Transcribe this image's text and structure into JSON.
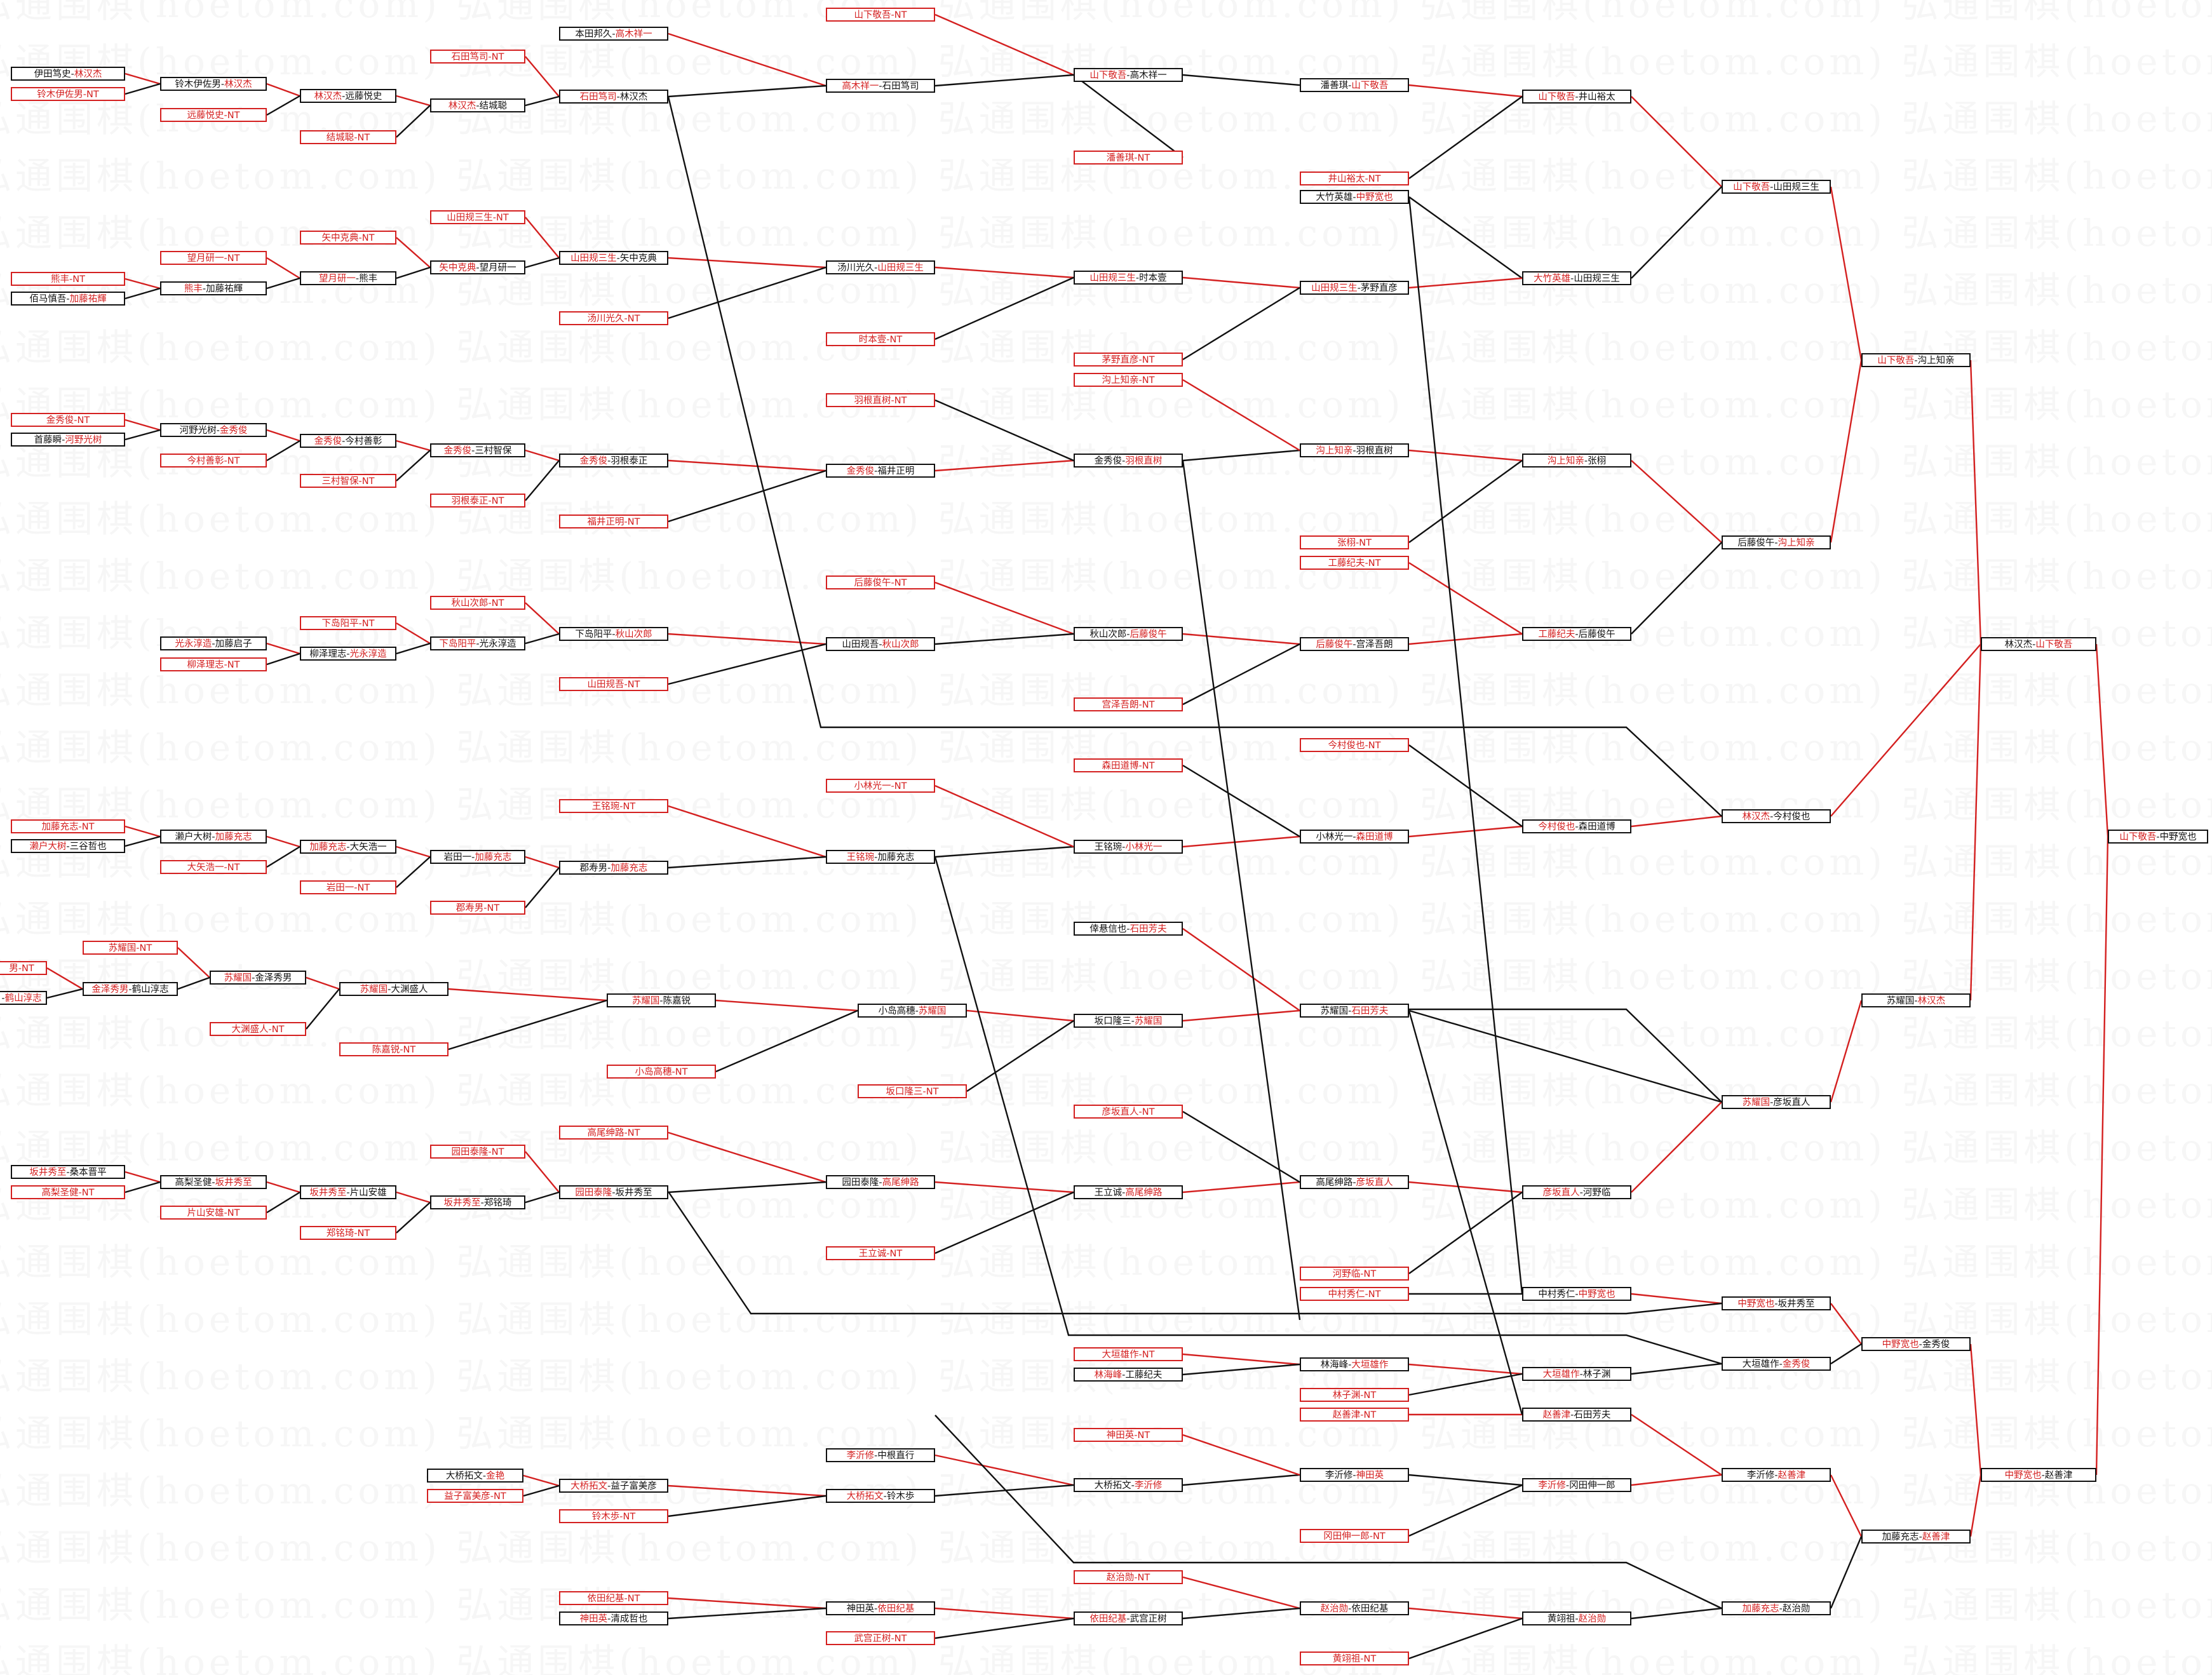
{
  "watermark": "弘通围棋(hoetom.com)",
  "colors": {
    "winner_text": "#d42020",
    "winner_line": "#d42020",
    "loser_line": "#111111",
    "box_border": "#111111"
  },
  "nodes": [
    {
      "id": "r0a",
      "text": "伊田笃史-林汉杰",
      "w": "林汉杰"
    },
    {
      "id": "r0b",
      "text": "铃木伊佐男-NT",
      "w": "铃木伊佐男-NT"
    },
    {
      "id": "r1a",
      "text": "铃木伊佐男-林汉杰",
      "w": "林汉杰"
    },
    {
      "id": "r1b",
      "text": "远藤悦史-NT",
      "w": "远藤悦史-NT"
    },
    {
      "id": "r2a",
      "text": "林汉杰-远藤悦史",
      "w": "林汉杰"
    },
    {
      "id": "r2b",
      "text": "结城聪-NT",
      "w": "结城聪-NT"
    },
    {
      "id": "r3a",
      "text": "石田笃司-NT",
      "w": "石田笃司-NT"
    },
    {
      "id": "r3b",
      "text": "林汉杰-结城聪",
      "w": "林汉杰"
    },
    {
      "id": "r4a",
      "text": "本田邦久-高木祥一",
      "w": "高木祥一"
    },
    {
      "id": "r4b",
      "text": "石田笃司-林汉杰",
      "w": "石田笃司"
    },
    {
      "id": "r5a",
      "text": "山下敬吾-NT",
      "w": "山下敬吾-NT"
    },
    {
      "id": "r5b",
      "text": "高木祥一-石田笃司",
      "w": "高木祥一"
    },
    {
      "id": "r5c",
      "text": "潘善琪-NT",
      "w": "潘善琪-NT"
    },
    {
      "id": "r6a",
      "text": "山下敬吾-高木祥一",
      "w": "山下敬吾"
    },
    {
      "id": "r7a",
      "text": "潘善琪-山下敬吾",
      "w": "山下敬吾"
    },
    {
      "id": "r7b",
      "text": "井山裕太-NT",
      "w": "井山裕太-NT"
    },
    {
      "id": "r7c",
      "text": "大竹英雄-中野宽也",
      "w": "中野宽也"
    },
    {
      "id": "r8a",
      "text": "山下敬吾-井山裕太",
      "w": "山下敬吾"
    },
    {
      "id": "r8b",
      "text": "大竹英雄-山田规三生",
      "w": "大竹英雄"
    },
    {
      "id": "r9a",
      "text": "山下敬吾-山田规三生",
      "w": "山下敬吾"
    },
    {
      "id": "s0a",
      "text": "熊丰-NT",
      "w": "熊丰-NT"
    },
    {
      "id": "s0b",
      "text": "佰马慎吾-加藤祐輝",
      "w": "加藤祐輝"
    },
    {
      "id": "s1a",
      "text": "望月研一-NT",
      "w": "望月研一-NT"
    },
    {
      "id": "s1b",
      "text": "熊丰-加藤祐輝",
      "w": "熊丰"
    },
    {
      "id": "s2a",
      "text": "矢中克典-NT",
      "w": "矢中克典-NT"
    },
    {
      "id": "s2b",
      "text": "望月研一-熊丰",
      "w": "望月研一"
    },
    {
      "id": "s3a",
      "text": "山田规三生-NT",
      "w": "山田规三生-NT"
    },
    {
      "id": "s3b",
      "text": "矢中克典-望月研一",
      "w": "矢中克典"
    },
    {
      "id": "s4a",
      "text": "山田规三生-矢中克典",
      "w": "山田规三生"
    },
    {
      "id": "s4b",
      "text": "汤川光久-NT",
      "w": "汤川光久-NT"
    },
    {
      "id": "s5a",
      "text": "汤川光久-山田规三生",
      "w": "山田规三生"
    },
    {
      "id": "s5b",
      "text": "时本壹-NT",
      "w": "时本壹-NT"
    },
    {
      "id": "s6a",
      "text": "山田规三生-时本壹",
      "w": "山田规三生"
    },
    {
      "id": "s6b",
      "text": "茅野直彦-NT",
      "w": "茅野直彦-NT"
    },
    {
      "id": "s6c",
      "text": "沟上知亲-NT",
      "w": "沟上知亲-NT"
    },
    {
      "id": "s7a",
      "text": "山田规三生-茅野直彦",
      "w": "山田规三生"
    },
    {
      "id": "t0a",
      "text": "金秀俊-NT",
      "w": "金秀俊-NT"
    },
    {
      "id": "t0b",
      "text": "首藤瞬-河野光树",
      "w": "河野光树"
    },
    {
      "id": "t1a",
      "text": "河野光树-金秀俊",
      "w": "金秀俊"
    },
    {
      "id": "t1b",
      "text": "今村善彰-NT",
      "w": "今村善彰-NT"
    },
    {
      "id": "t2a",
      "text": "金秀俊-今村善彰",
      "w": "金秀俊"
    },
    {
      "id": "t2b",
      "text": "三村智保-NT",
      "w": "三村智保-NT"
    },
    {
      "id": "t3a",
      "text": "金秀俊-三村智保",
      "w": "金秀俊"
    },
    {
      "id": "t3b",
      "text": "羽根泰正-NT",
      "w": "羽根泰正-NT"
    },
    {
      "id": "t4a",
      "text": "金秀俊-羽根泰正",
      "w": "金秀俊"
    },
    {
      "id": "t4b",
      "text": "福井正明-NT",
      "w": "福井正明-NT"
    },
    {
      "id": "t5a",
      "text": "羽根直树-NT",
      "w": "羽根直树-NT"
    },
    {
      "id": "t5b",
      "text": "金秀俊-福井正明",
      "w": "金秀俊"
    },
    {
      "id": "t6a",
      "text": "金秀俊-羽根直树",
      "w": "羽根直树"
    },
    {
      "id": "t7a",
      "text": "沟上知亲-羽根直树",
      "w": "沟上知亲"
    },
    {
      "id": "t7b",
      "text": "张栩-NT",
      "w": "张栩-NT"
    },
    {
      "id": "t7c",
      "text": "工藤纪夫-NT",
      "w": "工藤纪夫-NT"
    },
    {
      "id": "t8a",
      "text": "沟上知亲-张栩",
      "w": "沟上知亲"
    },
    {
      "id": "t8b",
      "text": "工藤纪夫-后藤俊午",
      "w": "工藤纪夫"
    },
    {
      "id": "t9a",
      "text": "后藤俊午-沟上知亲",
      "w": "沟上知亲"
    },
    {
      "id": "u0a",
      "text": "光永淳造-加藤启子",
      "w": "光永淳造"
    },
    {
      "id": "u0b",
      "text": "柳泽理志-NT",
      "w": "柳泽理志-NT"
    },
    {
      "id": "u1a",
      "text": "下岛阳平-NT",
      "w": "下岛阳平-NT"
    },
    {
      "id": "u1b",
      "text": "柳泽理志-光永淳造",
      "w": "光永淳造"
    },
    {
      "id": "u2a",
      "text": "秋山次郎-NT",
      "w": "秋山次郎-NT"
    },
    {
      "id": "u2b",
      "text": "下岛阳平-光永淳造",
      "w": "下岛阳平"
    },
    {
      "id": "u3a",
      "text": "下岛阳平-秋山次郎",
      "w": "秋山次郎"
    },
    {
      "id": "u3b",
      "text": "山田规吾-NT",
      "w": "山田规吾-NT"
    },
    {
      "id": "u4a",
      "text": "后藤俊午-NT",
      "w": "后藤俊午-NT"
    },
    {
      "id": "u4b",
      "text": "山田规吾-秋山次郎",
      "w": "秋山次郎"
    },
    {
      "id": "u5a",
      "text": "秋山次郎-后藤俊午",
      "w": "后藤俊午"
    },
    {
      "id": "u5b",
      "text": "宫泽吾朗-NT",
      "w": "宫泽吾朗-NT"
    },
    {
      "id": "u6a",
      "text": "后藤俊午-宫泽吾朗",
      "w": "后藤俊午"
    },
    {
      "id": "v0a",
      "text": "加藤充志-NT",
      "w": "加藤充志-NT"
    },
    {
      "id": "v0b",
      "text": "濑户大树-三谷哲也",
      "w": "濑户大树"
    },
    {
      "id": "v1a",
      "text": "濑户大树-加藤充志",
      "w": "加藤充志"
    },
    {
      "id": "v1b",
      "text": "大矢浩一-NT",
      "w": "大矢浩一-NT"
    },
    {
      "id": "v2a",
      "text": "加藤充志-大矢浩一",
      "w": "加藤充志"
    },
    {
      "id": "v2b",
      "text": "岩田一-NT",
      "w": "岩田一-NT"
    },
    {
      "id": "v3a",
      "text": "岩田一-加藤充志",
      "w": "加藤充志"
    },
    {
      "id": "v3b",
      "text": "郡寿男-NT",
      "w": "郡寿男-NT"
    },
    {
      "id": "v4a",
      "text": "王铭琬-NT",
      "w": "王铭琬-NT"
    },
    {
      "id": "v4b",
      "text": "郡寿男-加藤充志",
      "w": "加藤充志"
    },
    {
      "id": "v5a",
      "text": "小林光一-NT",
      "w": "小林光一-NT"
    },
    {
      "id": "v5b",
      "text": "王铭琬-加藤充志",
      "w": "王铭琬"
    },
    {
      "id": "v6a",
      "text": "森田道博-NT",
      "w": "森田道博-NT"
    },
    {
      "id": "v6b",
      "text": "王铭琬-小林光一",
      "w": "小林光一"
    },
    {
      "id": "v7a",
      "text": "今村俊也-NT",
      "w": "今村俊也-NT"
    },
    {
      "id": "v7b",
      "text": "小林光一-森田道博",
      "w": "森田道博"
    },
    {
      "id": "v8a",
      "text": "今村俊也-森田道博",
      "w": "今村俊也"
    },
    {
      "id": "v9a",
      "text": "林汉杰-今村俊也",
      "w": "林汉杰"
    },
    {
      "id": "w0a",
      "text": "男-NT",
      "w": "男-NT"
    },
    {
      "id": "w0b",
      "text": "-鹤山淳志",
      "w": "鹤山淳志"
    },
    {
      "id": "w1a",
      "text": "苏耀国-NT",
      "w": "苏耀国-NT"
    },
    {
      "id": "w1b",
      "text": "金泽秀男-鹤山淳志",
      "w": "金泽秀男"
    },
    {
      "id": "w2a",
      "text": "苏耀国-金泽秀男",
      "w": "苏耀国"
    },
    {
      "id": "w2b",
      "text": "大渊盛人-NT",
      "w": "大渊盛人-NT"
    },
    {
      "id": "w3a",
      "text": "苏耀国-大渊盛人",
      "w": "苏耀国"
    },
    {
      "id": "w3b",
      "text": "陈嘉锐-NT",
      "w": "陈嘉锐-NT"
    },
    {
      "id": "w4a",
      "text": "苏耀国-陈嘉锐",
      "w": "苏耀国"
    },
    {
      "id": "w4b",
      "text": "小岛高穗-NT",
      "w": "小岛高穗-NT"
    },
    {
      "id": "w5a",
      "text": "小岛高穗-苏耀国",
      "w": "苏耀国"
    },
    {
      "id": "w5b",
      "text": "坂口隆三-NT",
      "w": "坂口隆三-NT"
    },
    {
      "id": "w6a",
      "text": "倖悬信也-石田芳夫",
      "w": "石田芳夫"
    },
    {
      "id": "w6b",
      "text": "坂口隆三-苏耀国",
      "w": "苏耀国"
    },
    {
      "id": "w7a",
      "text": "苏耀国-石田芳夫",
      "w": "石田芳夫"
    },
    {
      "id": "w8a",
      "text": "苏耀国-彦坂直人",
      "w": "苏耀国"
    },
    {
      "id": "x9a",
      "text": "苏耀国-林汉杰",
      "w": "林汉杰"
    },
    {
      "id": "y0a",
      "text": "坂井秀至-桑本晋平",
      "w": "坂井秀至"
    },
    {
      "id": "y0b",
      "text": "高梨圣健-NT",
      "w": "高梨圣健-NT"
    },
    {
      "id": "y1a",
      "text": "高梨圣健-坂井秀至",
      "w": "坂井秀至"
    },
    {
      "id": "y1b",
      "text": "片山安雄-NT",
      "w": "片山安雄-NT"
    },
    {
      "id": "y2a",
      "text": "坂井秀至-片山安雄",
      "w": "坂井秀至"
    },
    {
      "id": "y2b",
      "text": "郑铭琦-NT",
      "w": "郑铭琦-NT"
    },
    {
      "id": "y3a",
      "text": "园田泰隆-NT",
      "w": "园田泰隆-NT"
    },
    {
      "id": "y3b",
      "text": "坂井秀至-郑铭琦",
      "w": "坂井秀至"
    },
    {
      "id": "y4a",
      "text": "园田泰隆-坂井秀至",
      "w": "园田泰隆"
    },
    {
      "id": "y4b",
      "text": "高尾绅路-NT",
      "w": "高尾绅路-NT"
    },
    {
      "id": "y5a",
      "text": "园田泰隆-高尾绅路",
      "w": "高尾绅路"
    },
    {
      "id": "y5b",
      "text": "王立诚-NT",
      "w": "王立诚-NT"
    },
    {
      "id": "y6a",
      "text": "彦坂直人-NT",
      "w": "彦坂直人-NT"
    },
    {
      "id": "y6b",
      "text": "王立诚-高尾绅路",
      "w": "高尾绅路"
    },
    {
      "id": "y7a",
      "text": "高尾绅路-彦坂直人",
      "w": "彦坂直人"
    },
    {
      "id": "y7b",
      "text": "河野临-NT",
      "w": "河野临-NT"
    },
    {
      "id": "y7c",
      "text": "中村秀仁-NT",
      "w": "中村秀仁-NT"
    },
    {
      "id": "y8a",
      "text": "彦坂直人-河野临",
      "w": "彦坂直人"
    },
    {
      "id": "y8b",
      "text": "中村秀仁-中野宽也",
      "w": "中野宽也"
    },
    {
      "id": "y9a",
      "text": "中野宽也-坂井秀至",
      "w": "中野宽也"
    },
    {
      "id": "y9b",
      "text": "大垣雄作-金秀俊",
      "w": "金秀俊"
    },
    {
      "id": "z7a",
      "text": "大垣雄作-NT",
      "w": "大垣雄作-NT"
    },
    {
      "id": "z7b",
      "text": "林海峰-工藤纪夫",
      "w": "林海峰"
    },
    {
      "id": "z8a",
      "text": "林海峰-大垣雄作",
      "w": "大垣雄作"
    },
    {
      "id": "z8b",
      "text": "林子渊-NT",
      "w": "林子渊-NT"
    },
    {
      "id": "z8c",
      "text": "赵善津-NT",
      "w": "赵善津-NT"
    },
    {
      "id": "z9a",
      "text": "大垣雄作-林子渊",
      "w": "大垣雄作"
    },
    {
      "id": "z9b",
      "text": "赵善津-石田芳夫",
      "w": "赵善津"
    },
    {
      "id": "p0a",
      "text": "大桥拓文-金艳",
      "w": "金艳"
    },
    {
      "id": "p0b",
      "text": "益子富美彦-NT",
      "w": "益子富美彦-NT"
    },
    {
      "id": "p1a",
      "text": "大桥拓文-益子富美彦",
      "w": "大桥拓文"
    },
    {
      "id": "p1b",
      "text": "铃木歩-NT",
      "w": "铃木歩-NT"
    },
    {
      "id": "p2a",
      "text": "李沂修-中根直行",
      "w": "李沂修"
    },
    {
      "id": "p2b",
      "text": "大桥拓文-铃木歩",
      "w": "大桥拓文"
    },
    {
      "id": "p3a",
      "text": "神田英-NT",
      "w": "神田英-NT"
    },
    {
      "id": "p3b",
      "text": "大桥拓文-李沂修",
      "w": "李沂修"
    },
    {
      "id": "p4a",
      "text": "李沂修-神田英",
      "w": "神田英"
    },
    {
      "id": "p4b",
      "text": "冈田伸一郎-NT",
      "w": "冈田伸一郎-NT"
    },
    {
      "id": "p5a",
      "text": "李沂修-冈田伸一郎",
      "w": "李沂修"
    },
    {
      "id": "p6a",
      "text": "李沂修-赵善津",
      "w": "赵善津"
    },
    {
      "id": "q0a",
      "text": "依田纪基-NT",
      "w": "依田纪基-NT"
    },
    {
      "id": "q0b",
      "text": "神田英-清成哲也",
      "w": "神田英"
    },
    {
      "id": "q1a",
      "text": "神田英-依田纪基",
      "w": "依田纪基"
    },
    {
      "id": "q1b",
      "text": "武宫正树-NT",
      "w": "武宫正树-NT"
    },
    {
      "id": "q2a",
      "text": "赵治勋-NT",
      "w": "赵治勋-NT"
    },
    {
      "id": "q2b",
      "text": "依田纪基-武宫正树",
      "w": "依田纪基"
    },
    {
      "id": "q3a",
      "text": "赵治勋-依田纪基",
      "w": "赵治勋"
    },
    {
      "id": "q3b",
      "text": "黄翊祖-NT",
      "w": "黄翊祖-NT"
    },
    {
      "id": "q4a",
      "text": "黄翊祖-赵治勋",
      "w": "赵治勋"
    },
    {
      "id": "q5a",
      "text": "加藤充志-赵治勋",
      "w": "加藤充志"
    },
    {
      "id": "q6a",
      "text": "加藤充志-赵善津",
      "w": "赵善津"
    },
    {
      "id": "f1a",
      "text": "山下敬吾-沟上知亲",
      "w": "山下敬吾"
    },
    {
      "id": "f1b",
      "text": "中野宽也-金秀俊",
      "w": "中野宽也"
    },
    {
      "id": "f2a",
      "text": "林汉杰-山下敬吾",
      "w": "山下敬吾"
    },
    {
      "id": "f2b",
      "text": "中野宽也-赵善津",
      "w": "中野宽也"
    },
    {
      "id": "f3a",
      "text": "山下敬吾-中野宽也",
      "w": "山下敬吾"
    }
  ]
}
